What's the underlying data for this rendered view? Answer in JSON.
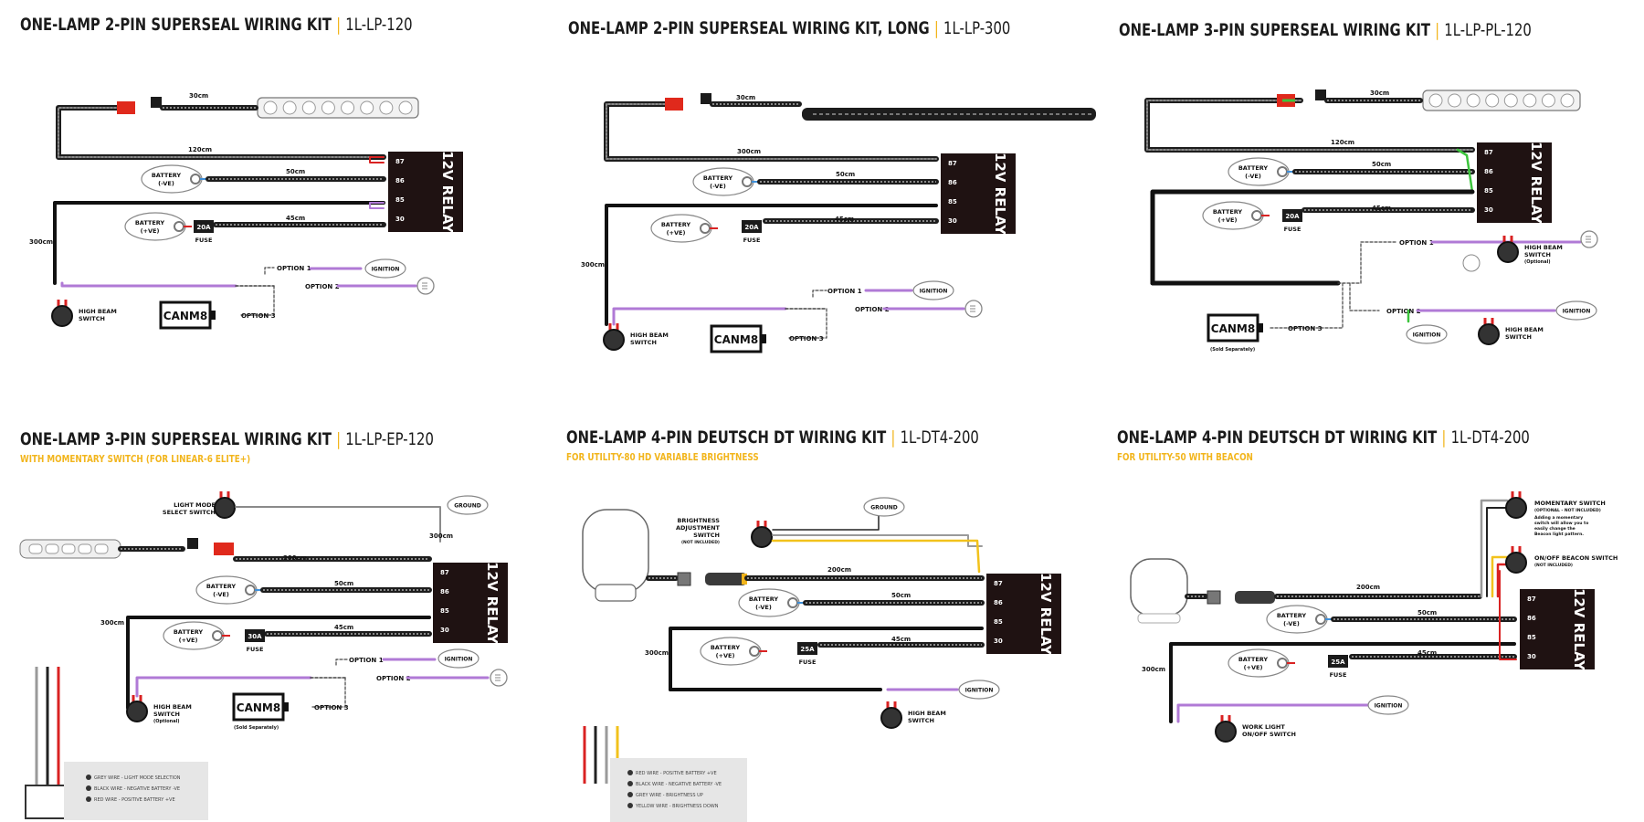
{
  "panels": [
    {
      "title": "ONE-LAMP 2-PIN SUPERSEAL WIRING KIT",
      "code": "1L-LP-120",
      "subtitle": ""
    },
    {
      "title": "ONE-LAMP 2-PIN SUPERSEAL WIRING KIT, LONG",
      "code": "1L-LP-300",
      "subtitle": ""
    },
    {
      "title": "ONE-LAMP 3-PIN SUPERSEAL WIRING KIT",
      "code": "1L-LP-PL-120",
      "subtitle": ""
    },
    {
      "title": "ONE-LAMP 3-PIN SUPERSEAL WIRING KIT",
      "code": "1L-LP-EP-120",
      "subtitle": "WITH MOMENTARY SWITCH (FOR LINEAR-6 ELITE+)"
    },
    {
      "title": "ONE-LAMP 4-PIN DEUTSCH DT WIRING KIT",
      "code": "1L-DT4-200",
      "subtitle": "FOR UTILITY-80 HD VARIABLE BRIGHTNESS"
    },
    {
      "title": "ONE-LAMP 4-PIN DEUTSCH DT WIRING KIT",
      "code": "1L-DT4-200",
      "subtitle": "FOR UTILITY-50 WITH BEACON"
    }
  ],
  "separator": "|",
  "labels": {
    "relay": "12V RELAY",
    "pins": [
      "87",
      "86",
      "85",
      "30"
    ],
    "battery": "BATTERY",
    "neg": "(-VE)",
    "pos": "(+VE)",
    "fuse": "FUSE",
    "fuse20": "20A",
    "fuse30": "30A",
    "fuse25": "25A",
    "ignition": "IGNITION",
    "ground": "GROUND",
    "canm8": "CANM8",
    "opt1": "OPTION 1",
    "opt2": "OPTION 2",
    "opt3": "OPTION 3",
    "hb1": "HIGH BEAM",
    "hb2": "SWITCH",
    "optional": "(Optional)",
    "sold": "(Sold Separately)",
    "len30": "30cm",
    "len120": "120cm",
    "len50": "50cm",
    "len45": "45cm",
    "len300": "300cm",
    "len200": "200cm",
    "lms1": "LIGHT MODE",
    "lms2": "SELECT SWITCH",
    "bas1": "BRIGHTNESS",
    "bas2": "ADJUSTMENT",
    "bas3": "SWITCH",
    "bas4": "(NOT INCLUDED)",
    "mom1": "MOMENTARY SWITCH",
    "mom2": "(OPTIONAL - NOT INCLUDED)",
    "mom3": "Adding a momentary",
    "mom4": "switch will allow you to",
    "mom5": "easily change the",
    "mom6": "Beacon light pattern.",
    "beac1": "ON/OFF BEACON SWITCH",
    "beac2": "(NOT INCLUDED)",
    "wl1": "WORK LIGHT",
    "wl2": "ON/OFF SWITCH",
    "legend4": [
      "GREY WIRE - LIGHT MODE SELECTION",
      "BLACK WIRE - NEGATIVE BATTERY -VE",
      "RED WIRE - POSITIVE BATTERY +VE"
    ],
    "legend5": [
      "RED WIRE - POSITIVE BATTERY +VE",
      "BLACK WIRE - NEGATIVE BATTERY -VE",
      "GREY WIRE - BRIGHTNESS UP",
      "YELLOW WIRE - BRIGHTNESS DOWN"
    ]
  },
  "colors": {
    "accent": "#f2b51c",
    "purple": "#b07ad6",
    "relay": "#1f1212",
    "red": "#d92222",
    "green": "#3cc43c",
    "yellow": "#f2c21c",
    "grey": "#9a9a9a",
    "blue": "#3f8fd8"
  }
}
